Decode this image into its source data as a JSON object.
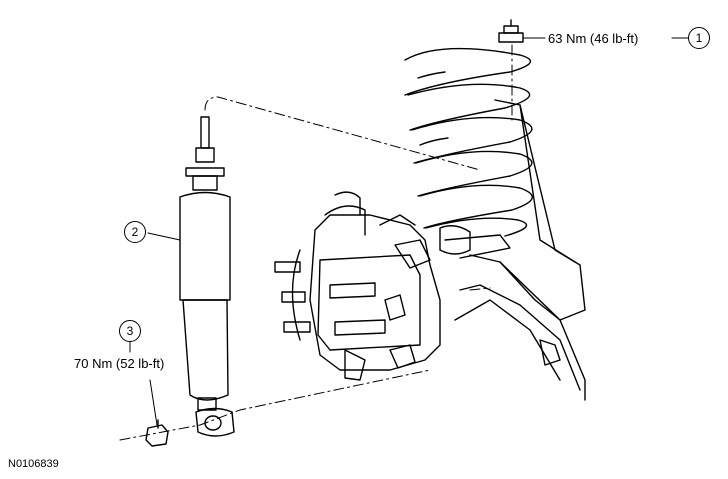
{
  "callouts": [
    {
      "number": "1",
      "torque": "63 Nm (46 lb-ft)"
    },
    {
      "number": "2",
      "torque": ""
    },
    {
      "number": "3",
      "torque": "70 Nm (52 lb-ft)"
    }
  ],
  "figure_id": "N0106839"
}
